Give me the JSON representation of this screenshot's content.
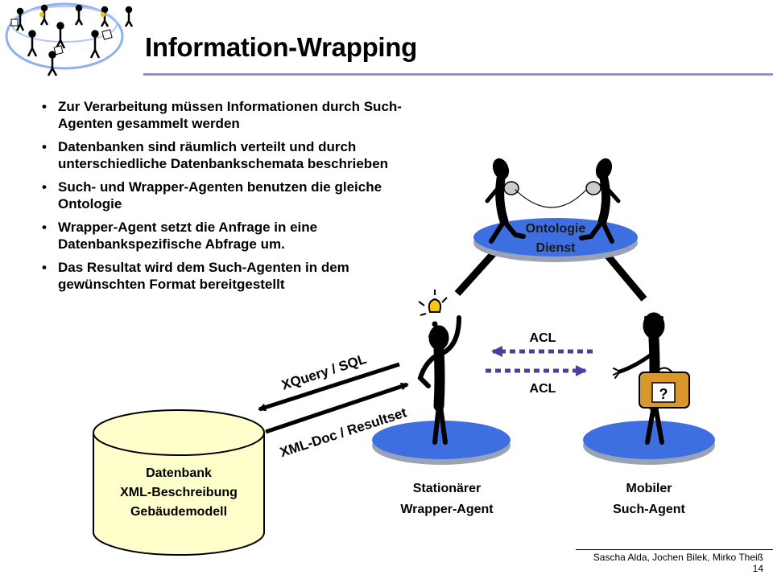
{
  "title": "Information-Wrapping",
  "bullets": [
    "Zur Verarbeitung müssen Informationen durch Such-Agenten gesammelt werden",
    "Datenbanken sind räumlich verteilt und durch unterschiedliche Datenbankschemata beschrieben",
    "Such- und Wrapper-Agenten benutzen die gleiche Ontologie",
    "Wrapper-Agent setzt die Anfrage in eine Datenbankspezifische Abfrage um.",
    "Das Resultat wird dem Such-Agenten in dem gewünschten Format bereitgestellt"
  ],
  "diagram": {
    "ontology": {
      "line1": "Ontologie",
      "line2": "Dienst"
    },
    "wrapper": {
      "line1": "Stationärer",
      "line2": "Wrapper-Agent"
    },
    "search": {
      "line1": "Mobiler",
      "line2": "Such-Agent"
    },
    "database": {
      "line1": "Datenbank",
      "line2": "XML-Beschreibung",
      "line3": "Gebäudemodell"
    },
    "acl_top": "ACL",
    "acl_bottom": "ACL",
    "query_label": "XQuery / SQL",
    "result_label": "XML-Doc / Resultset",
    "case_mark": "?"
  },
  "footer": {
    "authors": "Sascha Alda, Jochen Bilek, Mirko Theiß",
    "page": "14"
  },
  "colors": {
    "disc_blue": "#3e6fe0",
    "disc_edge": "#9aa3b5",
    "acl_arrow": "#4a3fa0",
    "title_rule": "#8a8fd6",
    "case_fill": "#d9962a"
  }
}
